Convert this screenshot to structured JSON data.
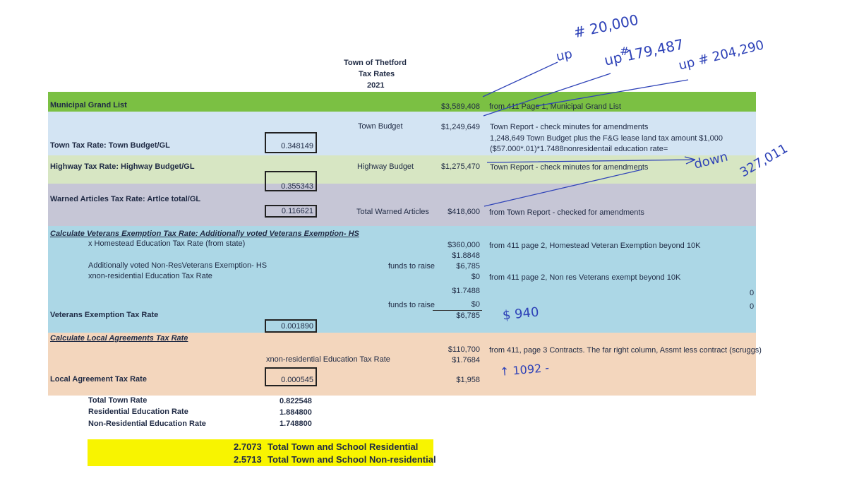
{
  "header": {
    "line1": "Town of Thetford",
    "line2": "Tax Rates",
    "line3": "2021"
  },
  "rows": {
    "grand_list": {
      "label": "Municipal Grand List",
      "amount": "$3,589,408",
      "note": "from 411 Page 1, Municipal Grand List"
    },
    "town": {
      "label": "Town Tax Rate: Town Budget/GL",
      "rate": "0.348149",
      "mid": "Town Budget",
      "amount": "$1,249,649",
      "note1": "Town Report - check minutes for amendments",
      "note2": "1,248,649 Town Budget  plus the F&G lease land tax amount $1,000",
      "note3": "($57.000*.01)*1.7488nonresidentail education rate="
    },
    "highway": {
      "label": "Highway Tax Rate: Highway Budget/GL",
      "rate": "0.355343",
      "mid": "Highway Budget",
      "amount": "$1,275,470",
      "note": "Town Report - check minutes for amendments"
    },
    "warned": {
      "label": "Warned Articles Tax Rate: Artlce total/GL",
      "rate": "0.116621",
      "mid": "Total Warned Articles",
      "amount": "$418,600",
      "note": "from Town Report - checked for amendments"
    },
    "veterans": {
      "heading": "Calculate Veterans Exemption Tax Rate: Additionally voted Veterans Exemption- HS",
      "line1": "x Homestead Education Tax Rate (from state)",
      "line2": "Additionally voted Non-ResVeterans Exemption- HS",
      "line3": "xnon-residential Education Tax Rate",
      "funds1": "funds to raise",
      "funds2": "funds to raise",
      "v1": "$360,000",
      "v2": "$1.8848",
      "v3": "$6,785",
      "v4": "$0",
      "v5": "$1.7488",
      "v6": "$0",
      "v7": "$6,785",
      "note1": "from 411 page 2, Homestead Veteran Exemption beyond 10K",
      "note2": "from 411 page 2,  Non res Veterans exempt beyond 10K",
      "zero1": "0",
      "zero2": "0",
      "label": "Veterans Exemption Tax Rate",
      "rate": "0.001890"
    },
    "local": {
      "heading": "Calculate Local Agreements Tax Rate",
      "mid": "xnon-residential Education Tax Rate",
      "v1": "$110,700",
      "v2": "$1.7684",
      "v3": "$1,958",
      "note": "from 411, page 3 Contracts.  The far right column, Assmt less contract (scruggs)",
      "label": "Local Agreement Tax Rate",
      "rate": "0.000545"
    }
  },
  "summary": [
    {
      "label": "Total Town Rate",
      "value": "0.822548"
    },
    {
      "label": "Residential Education Rate",
      "value": "1.884800"
    },
    {
      "label": "Non-Residential Education Rate",
      "value": "1.748800"
    }
  ],
  "totals": [
    {
      "value": "2.7073",
      "label": "Total Town and School Residential"
    },
    {
      "value": "2.5713",
      "label": "Total Town and School Non-residential"
    }
  ],
  "handwriting": {
    "a1": "# 20,000",
    "a2": "up",
    "b1": "#",
    "b2": "up 179,487",
    "c1": "up # 204,290",
    "d1": "down",
    "d2": "327,011",
    "e1": "$ 940",
    "f1": "↑ 1092 -"
  }
}
